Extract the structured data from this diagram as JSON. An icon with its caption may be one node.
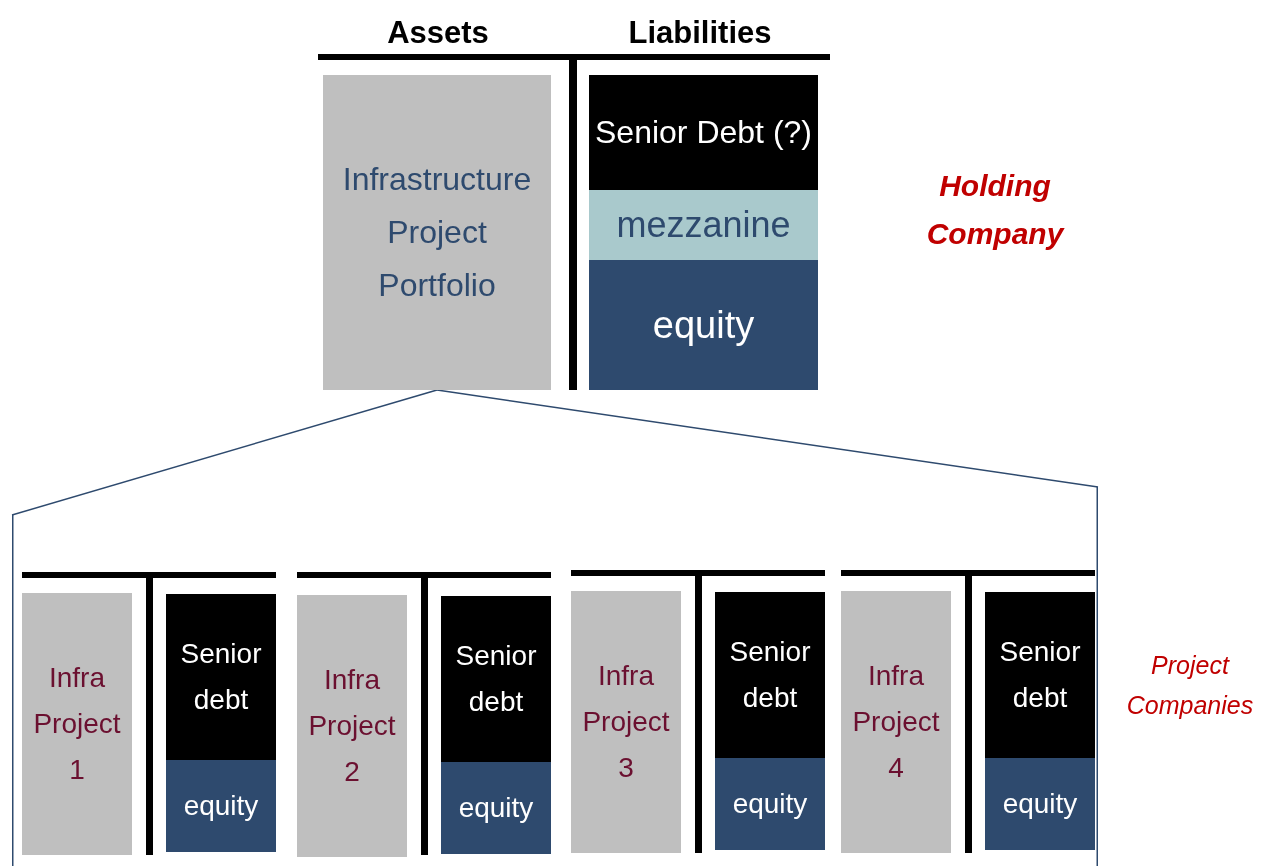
{
  "diagram": {
    "nodes": [
      {
        "text": [
          "Infrastructure Project Portfolio"
        ]
      },
      {
        "text": [
          "Senior Debt (?)"
        ]
      },
      {
        "text": [
          "mezzanine"
        ]
      },
      {
        "text": [
          "equity"
        ]
      },
      {
        "text": [],
        "shape": "box"
      },
      {
        "text": [
          "Infra Project 1"
        ],
        "in": 4
      },
      {
        "text": [
          "Senior debt"
        ],
        "in": 4
      },
      {
        "text": [
          "equity"
        ],
        "in": 4
      },
      {
        "text": [
          "Infra Project 2"
        ],
        "in": 4
      },
      {
        "text": [
          "Senior debt"
        ],
        "in": 4
      },
      {
        "text": [
          "equity"
        ],
        "in": 4
      },
      {
        "text": [
          "Infra Project 3"
        ],
        "in": 4
      },
      {
        "text": [
          "Senior debt"
        ],
        "in": 4
      },
      {
        "text": [
          "equity"
        ],
        "in": 4
      },
      {
        "text": [
          "Infra Project 4"
        ],
        "in": 4
      },
      {
        "text": [
          "Senior debt"
        ],
        "in": 4
      },
      {
        "text": [
          "equity"
        ],
        "in": 4
      }
    ],
    "edges": [
      {
        "from": 0,
        "to": 4,
        "arrow": "none"
      },
      {
        "from": 0,
        "to": 4,
        "arrow": "none"
      }
    ],
    "labels": [
      "Assets",
      "Liabilities",
      "Holding Company",
      "Project Companies"
    ]
  }
}
